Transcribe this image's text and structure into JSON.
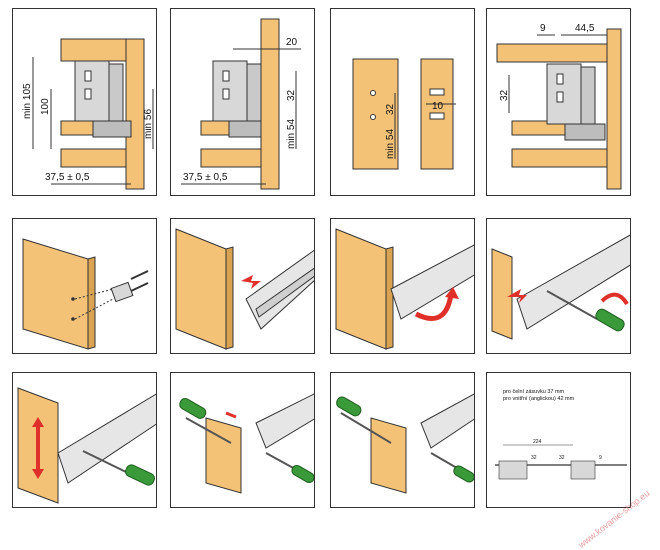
{
  "row1": {
    "p1": {
      "dim_min105": "min 105",
      "dim_100": "100",
      "dim_min56": "min 56",
      "dim_bottom": "37,5 ± 0,5"
    },
    "p2": {
      "dim_20": "20",
      "dim_32": "32",
      "dim_min54": "min 54",
      "dim_bottom": "37,5 ± 0,5"
    },
    "p3": {
      "dim_32": "32",
      "dim_min54": "min 54",
      "dim_10": "10"
    },
    "p4": {
      "dim_9": "9",
      "dim_44_5": "44,5",
      "dim_32": "32"
    }
  },
  "row3": {
    "p4": {
      "note_line1": "pro čelní zásuvku 37 mm",
      "note_line2": "pro vnitřní (anglickou) 42 mm",
      "dim_224": "224",
      "dim_32a": "32",
      "dim_32b": "32",
      "dim_9": "9"
    }
  },
  "watermark": "www.kovanie-shop.eu",
  "colors": {
    "wood": "#f3c277",
    "wood_dark": "#d9a352",
    "metal": "#d8d8d8",
    "arrow": "#e0302a",
    "handle": "#3a9a3a"
  }
}
